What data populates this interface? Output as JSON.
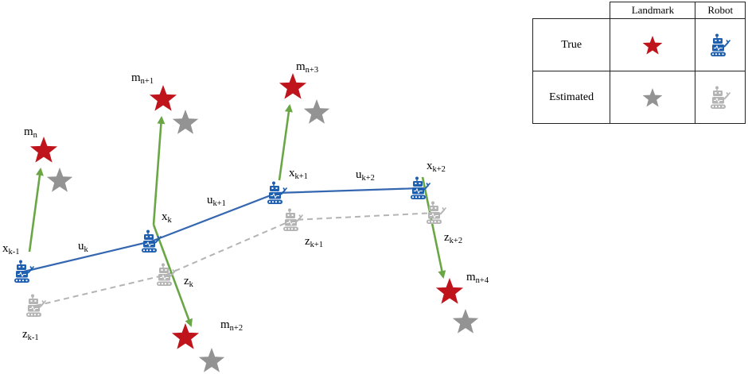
{
  "colors": {
    "true_landmark": "#c0141c",
    "estimated_landmark": "#939393",
    "true_robot": "#1f5fb0",
    "estimated_robot": "#b4b4b4",
    "true_path": "#3566b0",
    "estimated_path": "#b4b4b4",
    "observation": "#6aa645"
  },
  "legend": {
    "col_landmark": "Landmark",
    "col_robot": "Robot",
    "row_true": "True",
    "row_estimated": "Estimated"
  },
  "robots_true": [
    {
      "id": "xk-1",
      "base": "x",
      "sub": "k-1"
    },
    {
      "id": "xk",
      "base": "x",
      "sub": "k"
    },
    {
      "id": "xk+1",
      "base": "x",
      "sub": "k+1"
    },
    {
      "id": "xk+2",
      "base": "x",
      "sub": "k+2"
    }
  ],
  "robots_estimated": [
    {
      "id": "zk-1",
      "base": "z",
      "sub": "k-1"
    },
    {
      "id": "zk",
      "base": "z",
      "sub": "k"
    },
    {
      "id": "zk+1",
      "base": "z",
      "sub": "k+1"
    },
    {
      "id": "zk+2",
      "base": "z",
      "sub": "k+2"
    }
  ],
  "landmarks": [
    {
      "id": "mn",
      "base": "m",
      "sub": "n"
    },
    {
      "id": "mn+1",
      "base": "m",
      "sub": "n+1"
    },
    {
      "id": "mn+2",
      "base": "m",
      "sub": "n+2"
    },
    {
      "id": "mn+3",
      "base": "m",
      "sub": "n+3"
    },
    {
      "id": "mn+4",
      "base": "m",
      "sub": "n+4"
    }
  ],
  "controls": [
    {
      "id": "uk",
      "base": "u",
      "sub": "k"
    },
    {
      "id": "uk+1",
      "base": "u",
      "sub": "k+1"
    },
    {
      "id": "uk+2",
      "base": "u",
      "sub": "k+2"
    }
  ]
}
